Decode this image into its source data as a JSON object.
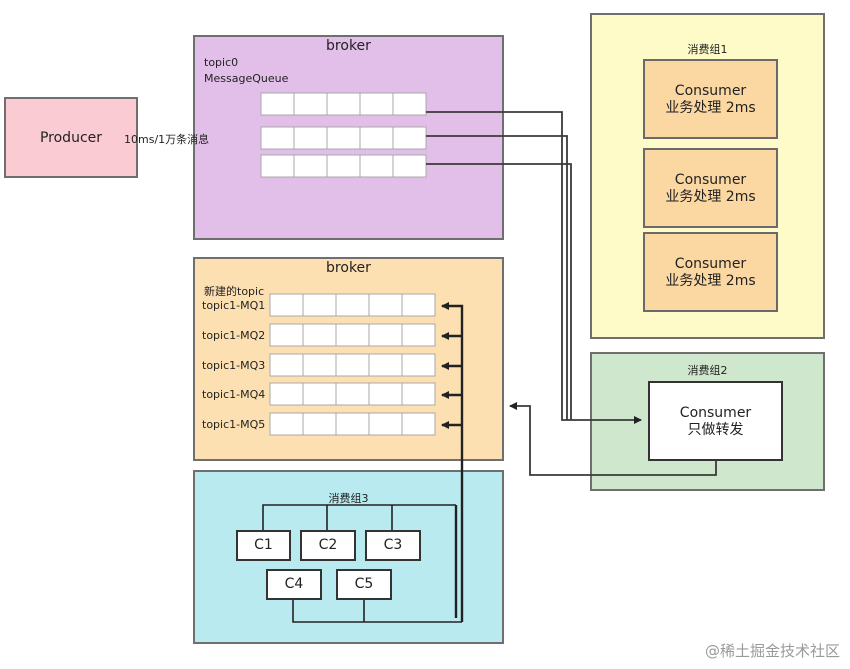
{
  "producer": {
    "label": "Producer"
  },
  "rate_label": "10ms/1万条消息",
  "broker_top": {
    "title": "broker",
    "topic_label": "topic0",
    "queue_label": "MessageQueue"
  },
  "broker_bottom": {
    "title": "broker",
    "new_topic_label": "新建的topic",
    "queues": [
      "topic1-MQ1",
      "topic1-MQ2",
      "topic1-MQ3",
      "topic1-MQ4",
      "topic1-MQ5"
    ]
  },
  "group1": {
    "title": "消费组1",
    "consumers": [
      {
        "name": "Consumer",
        "desc": "业务处理 2ms"
      },
      {
        "name": "Consumer",
        "desc": "业务处理 2ms"
      },
      {
        "name": "Consumer",
        "desc": "业务处理 2ms"
      }
    ]
  },
  "group2": {
    "title": "消费组2",
    "consumer": {
      "name": "Consumer",
      "desc": "只做转发"
    }
  },
  "group3": {
    "title": "消费组3",
    "consumers": [
      "C1",
      "C2",
      "C3",
      "C4",
      "C5"
    ]
  },
  "watermark": "@稀土掘金技术社区",
  "colors": {
    "producer_fill": "#fbcbd3",
    "broker_top_fill": "#e2bfe9",
    "broker_bottom_fill": "#fde0b2",
    "group1_fill": "#fffbc8",
    "group2_fill": "#cfe8cd",
    "group3_fill": "#b8eaf0",
    "consumer_fill": "#fbd7a2"
  }
}
